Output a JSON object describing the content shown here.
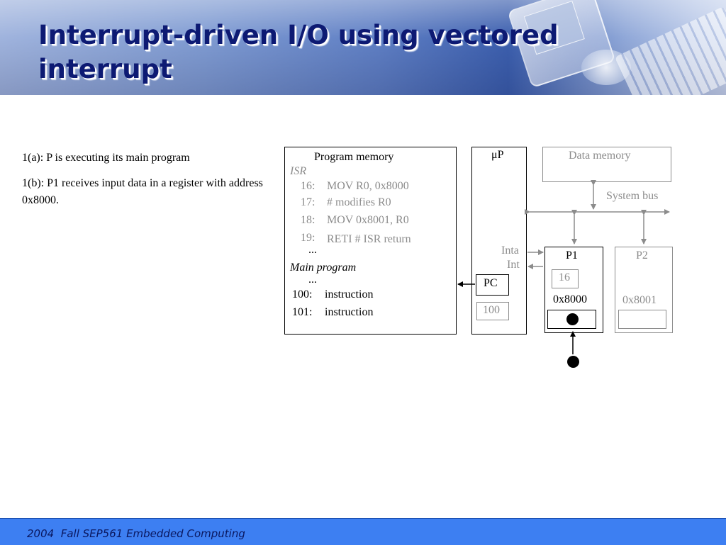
{
  "slide": {
    "title": "Interrupt-driven I/O using vectored interrupt",
    "footer": "2004  Fall SEP561 Embedded Computing"
  },
  "notes": [
    "1(a): P is executing its main program",
    "1(b): P1 receives input data in a register with address 0x8000."
  ],
  "diagram": {
    "program_memory": {
      "label": "Program memory",
      "isr_label": "ISR",
      "isr_lines": [
        {
          "addr": "16:",
          "text": "MOV R0, 0x8000"
        },
        {
          "addr": "17:",
          "text": "# modifies R0"
        },
        {
          "addr": "18:",
          "text": "MOV 0x8001, R0"
        },
        {
          "addr": "19:",
          "text": "RETI  # ISR return"
        }
      ],
      "ellipsis_1": "...",
      "main_label": "Main program",
      "ellipsis_2": "...",
      "main_lines": [
        {
          "addr": "100:",
          "text": "instruction"
        },
        {
          "addr": "101:",
          "text": "instruction"
        }
      ]
    },
    "microprocessor": {
      "label": "μP",
      "pc_label": "PC",
      "pc_value": "100",
      "inta_label": "Inta",
      "int_label": "Int"
    },
    "data_memory_label": "Data memory",
    "system_bus_label": "System bus",
    "p1": {
      "label": "P1",
      "vector": "16",
      "address": "0x8000"
    },
    "p2": {
      "label": "P2",
      "address": "0x8001"
    },
    "colors": {
      "active": "#000000",
      "inactive": "#8c8c8c",
      "footer": "#3d7ff2",
      "title": "#0d1a73"
    }
  }
}
